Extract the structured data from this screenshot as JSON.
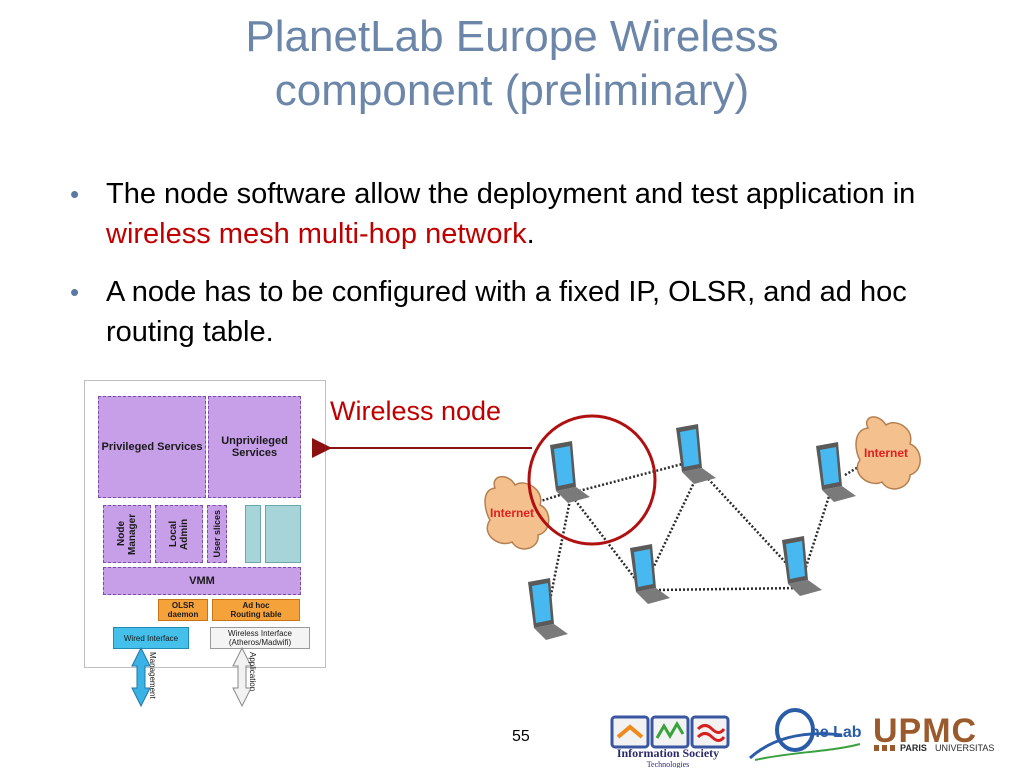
{
  "slide": {
    "title_line1": "PlanetLab Europe Wireless",
    "title_line2": "component (preliminary)",
    "bullets": [
      {
        "pre": "The node software allow the deployment and test application in ",
        "highlight": "wireless mesh multi-hop network",
        "post": "."
      },
      {
        "pre": "A node has to be configured with a fixed IP, OLSR, and ad hoc routing table.",
        "highlight": "",
        "post": ""
      }
    ],
    "page_number": "55"
  },
  "architecture": {
    "privileged": "Privileged Services",
    "unprivileged": "Unprivileged Services",
    "node_manager": "Node Manager",
    "local_admin": "Local Admin",
    "user_slices": "User slices",
    "vmm": "VMM",
    "olsr_line1": "OLSR",
    "olsr_line2": "daemon",
    "adhoc_line1": "Ad hoc",
    "adhoc_line2": "Routing table",
    "wired": "Wired Interface",
    "wireless_line1": "Wireless Interface",
    "wireless_line2": "(Atheros/Madwifi)",
    "management": "Management",
    "application": "Application"
  },
  "network": {
    "wireless_node_label": "Wireless node",
    "internet_left": "Internet",
    "internet_right": "Internet"
  },
  "logos": {
    "info_society_line1": "Information Society",
    "info_society_line2": "Technologies",
    "onelab": "ne Lab",
    "upmc": "UPMC",
    "paris": "PARIS",
    "universitas": "UNIVERSITAS"
  },
  "colors": {
    "title": "#6b86a8",
    "highlight": "#c00000",
    "purple": "#c79ee8",
    "orange": "#f5a23a",
    "cyan": "#45c0ea",
    "screen": "#47b8f0",
    "upmc": "#9b5a2c"
  }
}
